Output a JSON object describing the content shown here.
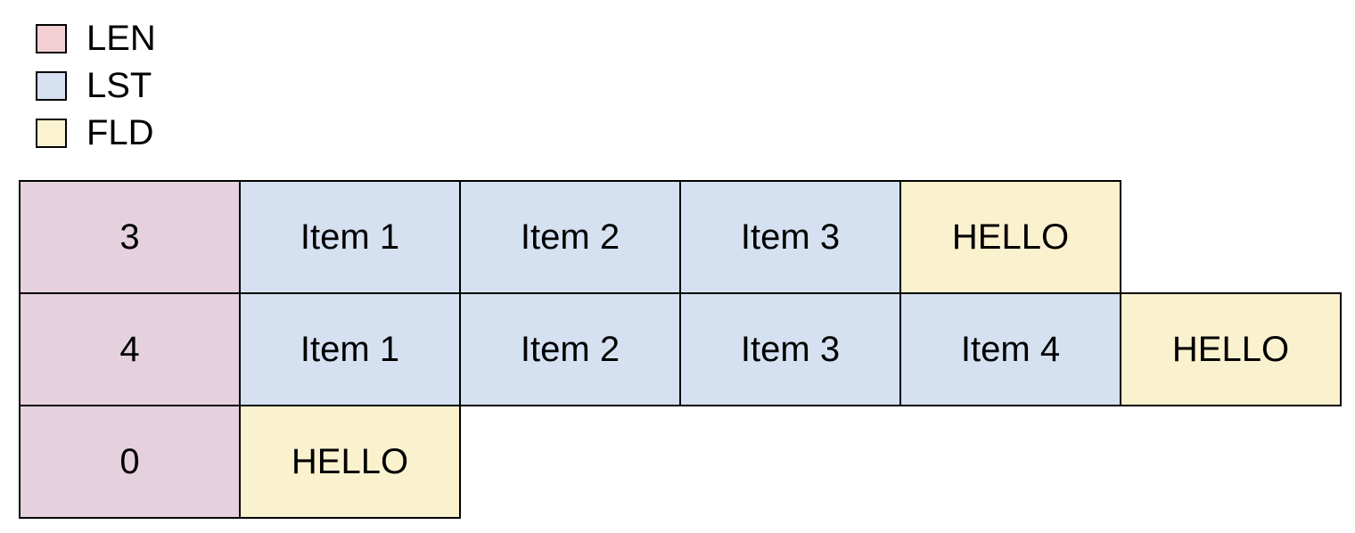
{
  "diagram": {
    "legend": {
      "items": [
        {
          "id": "len",
          "label": "LEN",
          "color": "#f2cfd3"
        },
        {
          "id": "lst",
          "label": "LST",
          "color": "#d6e2f2"
        },
        {
          "id": "fld",
          "label": "FLD",
          "color": "#fbf2d2"
        }
      ]
    },
    "cell_colors": {
      "len": "#e5d1de",
      "lst": "#d5e1f1",
      "fld": "#faf1ce"
    },
    "border_color": "#000000",
    "rows": [
      {
        "cells": [
          {
            "type": "len",
            "text": "3"
          },
          {
            "type": "lst",
            "text": "Item 1"
          },
          {
            "type": "lst",
            "text": "Item 2"
          },
          {
            "type": "lst",
            "text": "Item 3"
          },
          {
            "type": "fld",
            "text": "HELLO"
          }
        ]
      },
      {
        "cells": [
          {
            "type": "len",
            "text": "4"
          },
          {
            "type": "lst",
            "text": "Item 1"
          },
          {
            "type": "lst",
            "text": "Item 2"
          },
          {
            "type": "lst",
            "text": "Item 3"
          },
          {
            "type": "lst",
            "text": "Item 4"
          },
          {
            "type": "fld",
            "text": "HELLO"
          }
        ]
      },
      {
        "cells": [
          {
            "type": "len",
            "text": "0"
          },
          {
            "type": "fld",
            "text": "HELLO"
          }
        ]
      }
    ]
  }
}
